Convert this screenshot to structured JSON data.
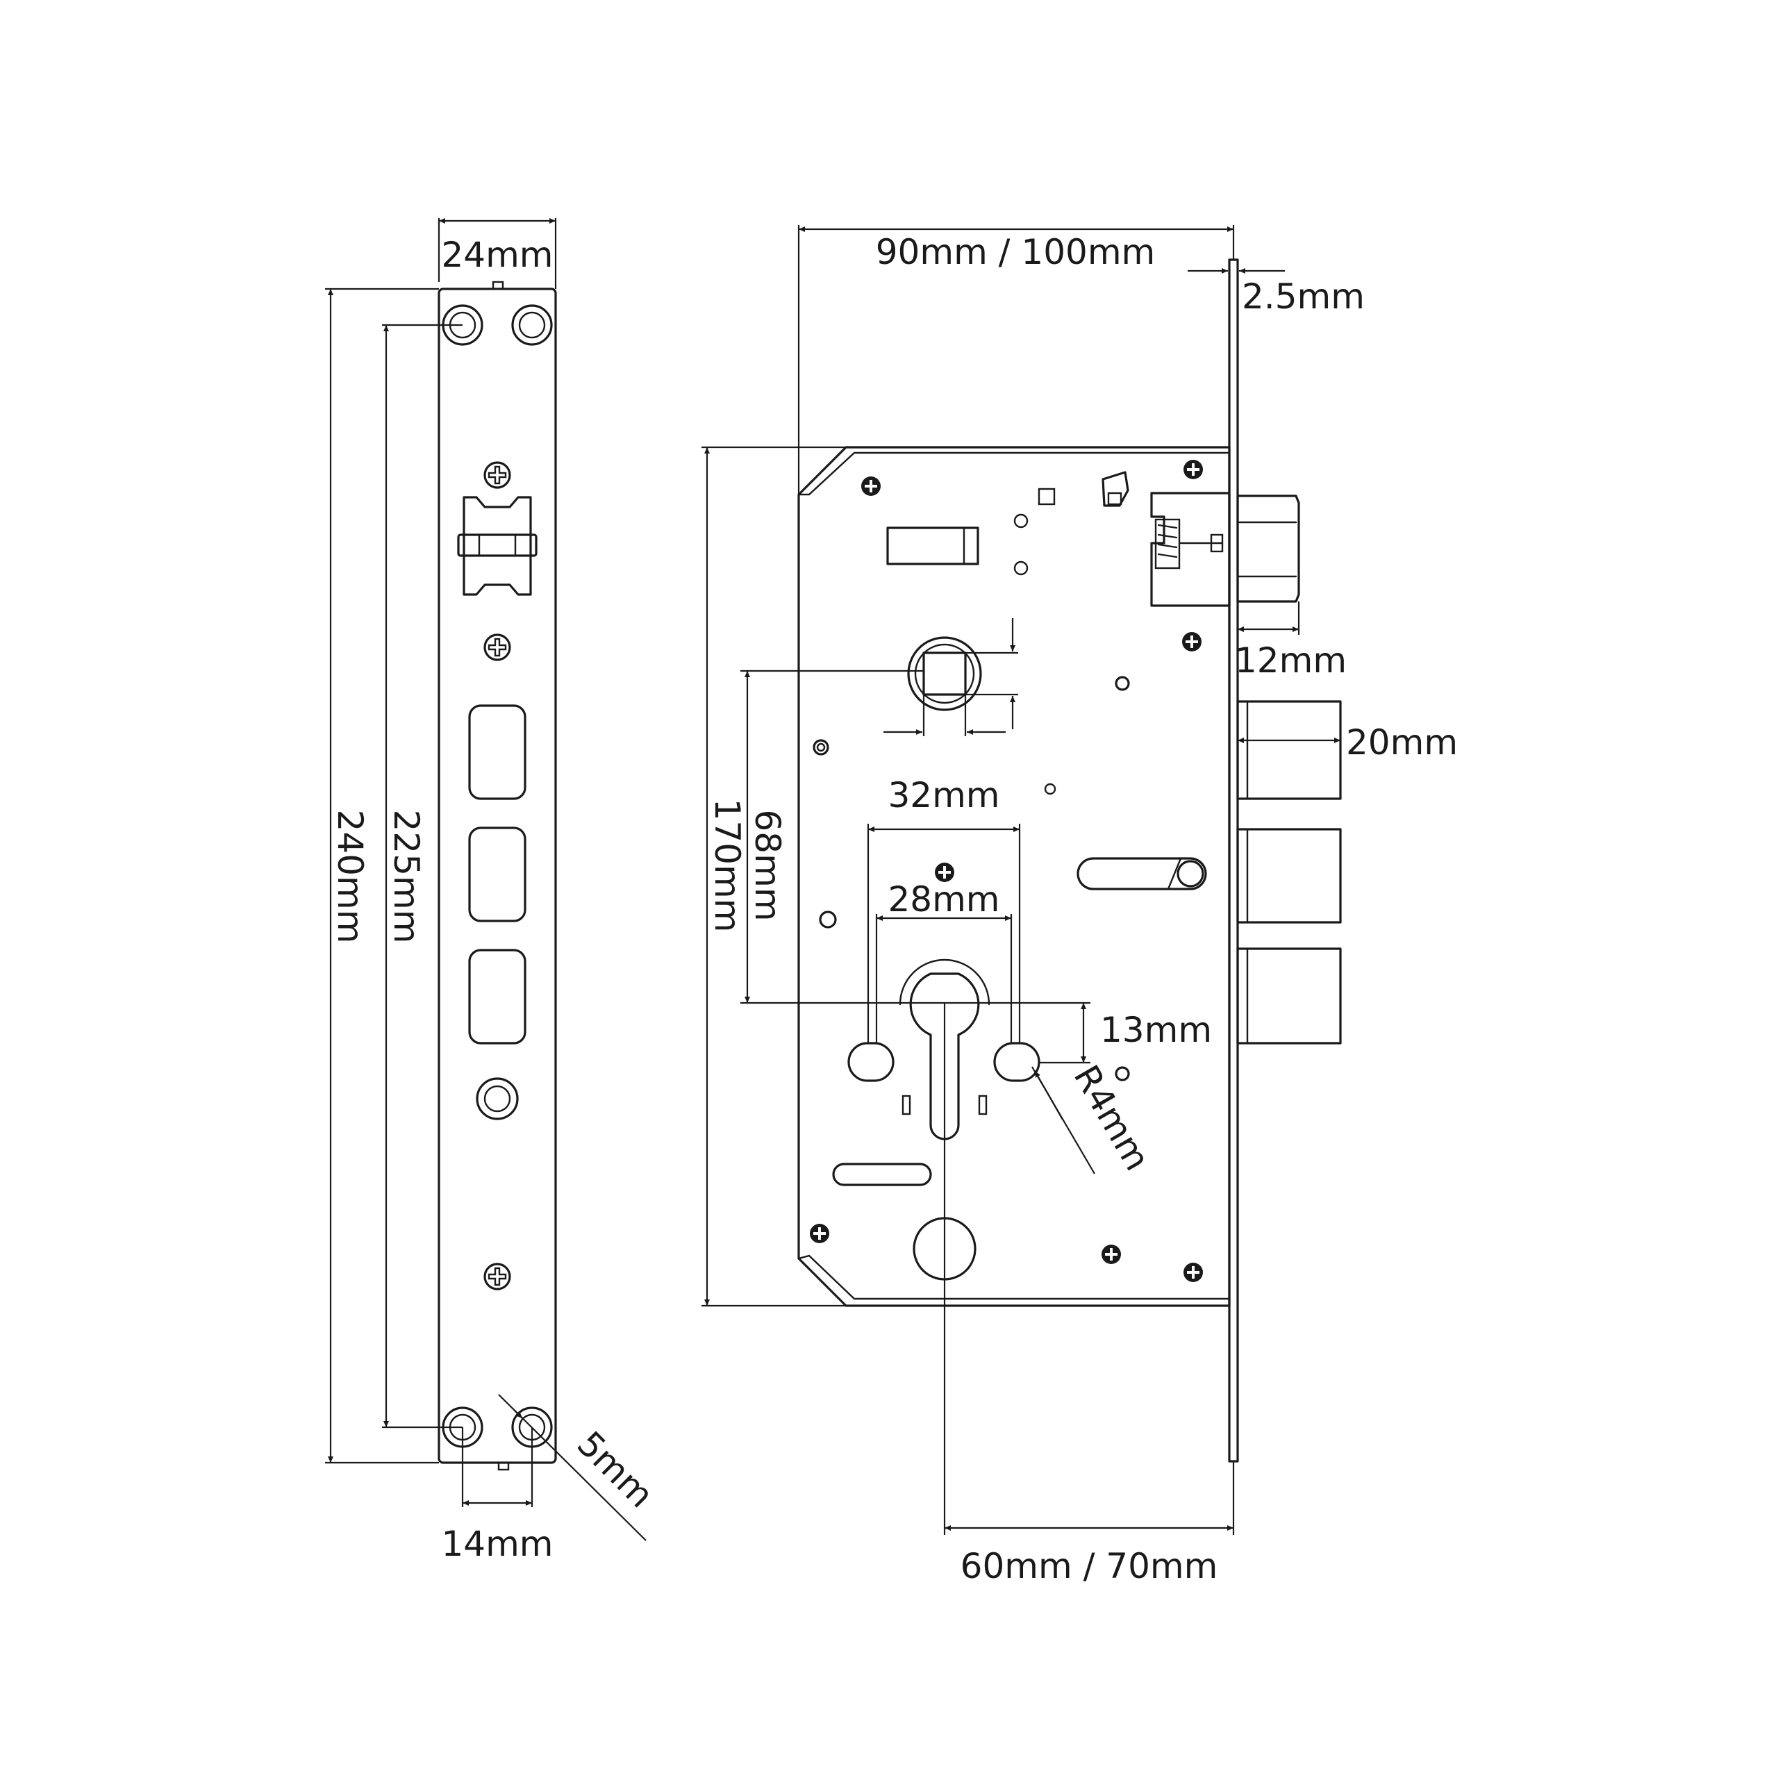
{
  "colors": {
    "line": "#1a1a1a",
    "background": "#ffffff"
  },
  "front_view": {
    "width_label": "24mm",
    "height_total_label": "240mm",
    "hole_pitch_label": "225mm",
    "hole_spacing_label": "14mm",
    "hole_diameter_label": "5mm"
  },
  "side_view": {
    "case_depth_label": "90mm / 100mm",
    "faceplate_thickness_label": "2.5mm",
    "latch_projection_label": "12mm",
    "deadbolt_projection_label": "20mm",
    "outer_spacing_label": "32mm",
    "inner_spacing_label": "28mm",
    "case_height_label": "170mm",
    "spindle_to_cylinder_label": "68mm",
    "offset_label": "13mm",
    "radius_label": "R4mm",
    "backset_label": "60mm / 70mm"
  }
}
